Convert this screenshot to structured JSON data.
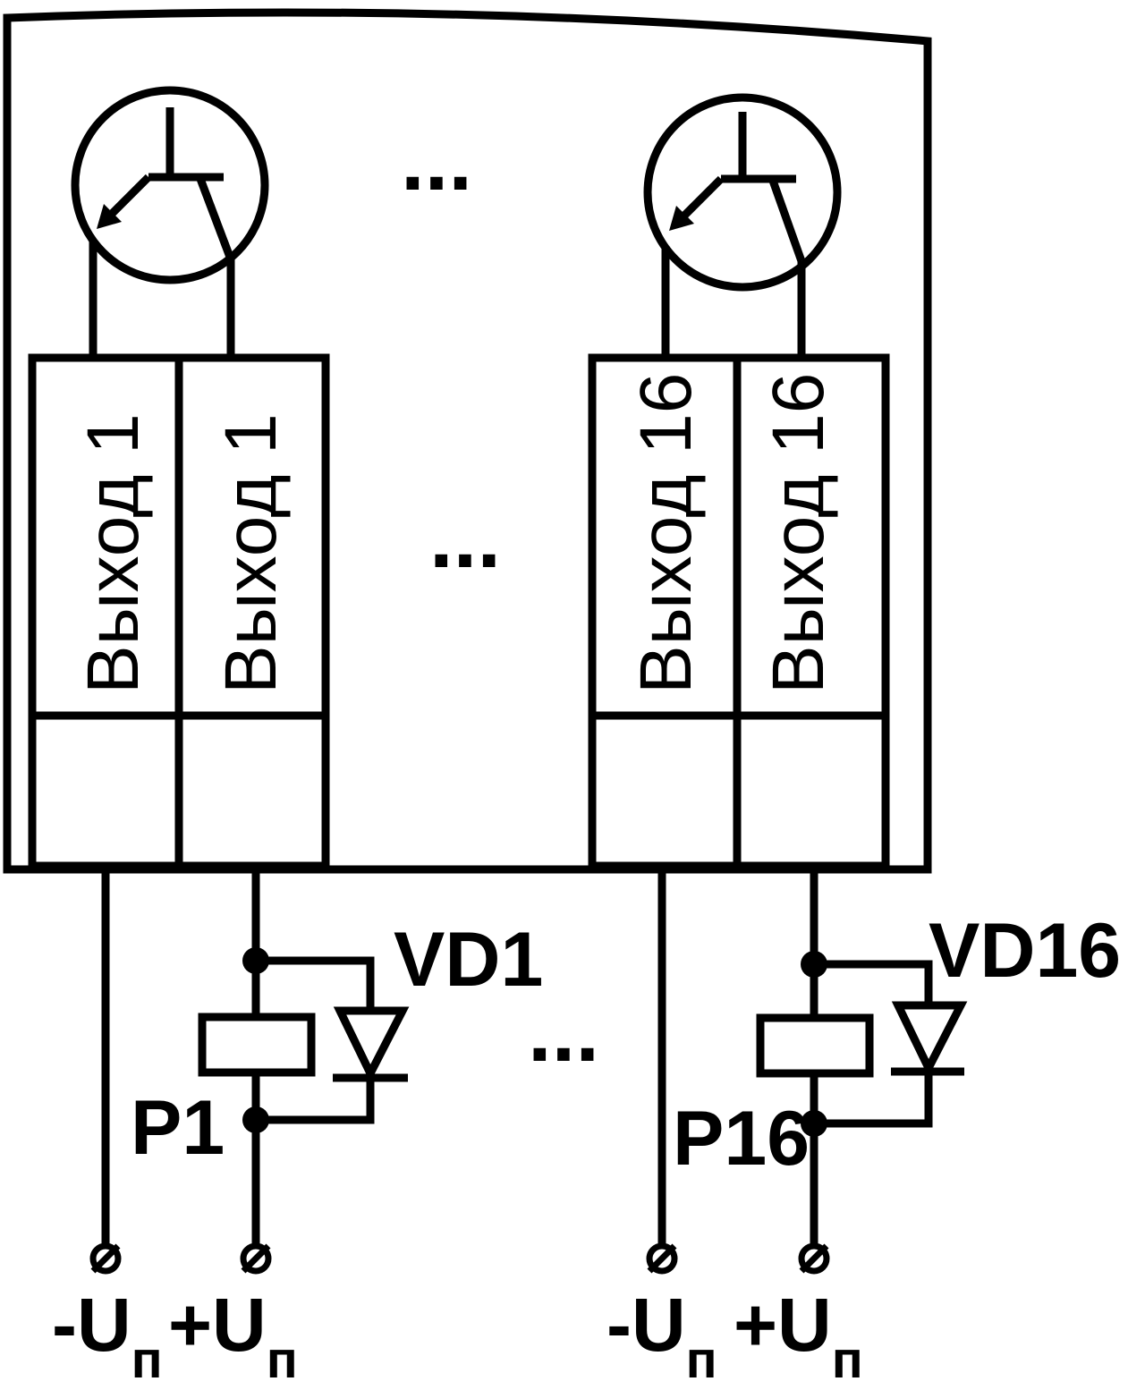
{
  "outputs": [
    {
      "terminal_labels": [
        "Выход 1",
        "Выход 1"
      ],
      "relay_label": "P1",
      "diode_label": "VD1",
      "supply": {
        "minus_prefix": "-U",
        "plus_prefix": "+U",
        "subscript": "п"
      }
    },
    {
      "terminal_labels": [
        "Выход 16",
        "Выход 16"
      ],
      "relay_label": "P16",
      "diode_label": "VD16",
      "supply": {
        "minus_prefix": "-U",
        "plus_prefix": "+U",
        "subscript": "п"
      }
    }
  ],
  "ellipsis": "..."
}
